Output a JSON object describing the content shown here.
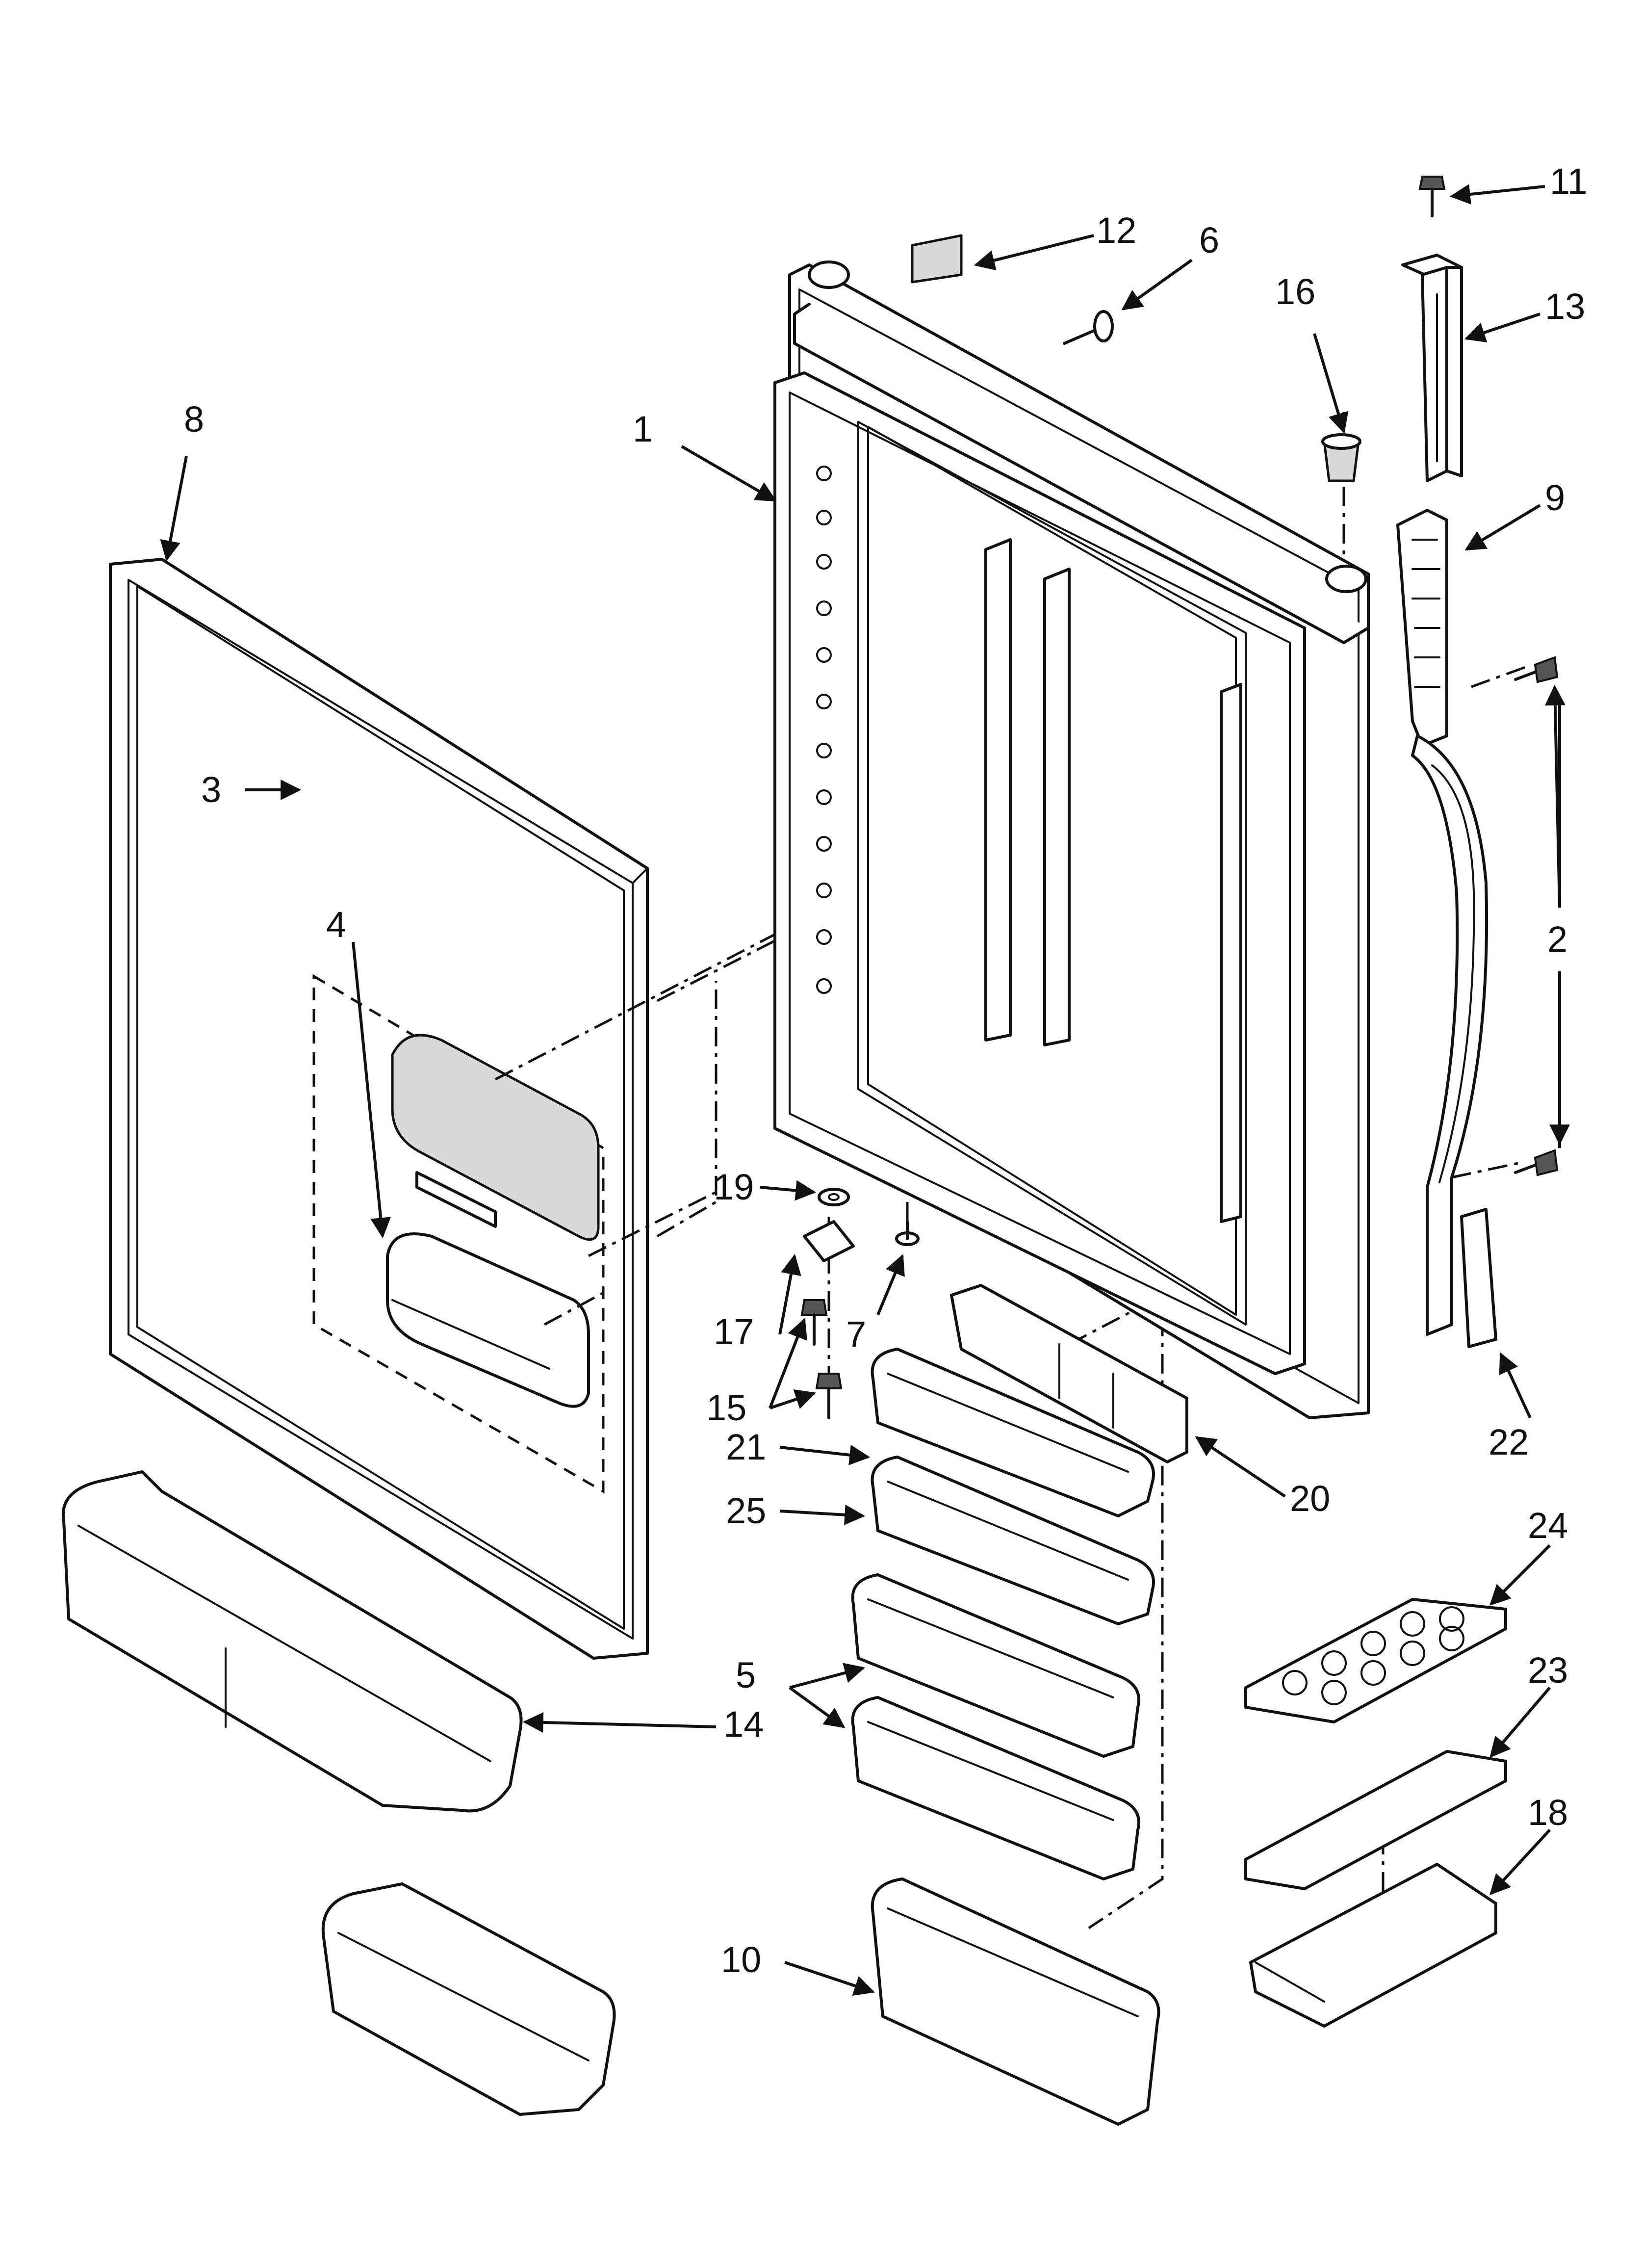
{
  "diagram": {
    "type": "exploded-parts-diagram",
    "callouts": [
      {
        "id": "c1",
        "label": "1"
      },
      {
        "id": "c2",
        "label": "2"
      },
      {
        "id": "c3",
        "label": "3"
      },
      {
        "id": "c4",
        "label": "4"
      },
      {
        "id": "c5",
        "label": "5"
      },
      {
        "id": "c6",
        "label": "6"
      },
      {
        "id": "c7",
        "label": "7"
      },
      {
        "id": "c8",
        "label": "8"
      },
      {
        "id": "c9",
        "label": "9"
      },
      {
        "id": "c10",
        "label": "10"
      },
      {
        "id": "c11",
        "label": "11"
      },
      {
        "id": "c12",
        "label": "12"
      },
      {
        "id": "c13",
        "label": "13"
      },
      {
        "id": "c14",
        "label": "14"
      },
      {
        "id": "c15",
        "label": "15"
      },
      {
        "id": "c16",
        "label": "16"
      },
      {
        "id": "c17",
        "label": "17"
      },
      {
        "id": "c18",
        "label": "18"
      },
      {
        "id": "c19",
        "label": "19"
      },
      {
        "id": "c20",
        "label": "20"
      },
      {
        "id": "c21",
        "label": "21"
      },
      {
        "id": "c22",
        "label": "22"
      },
      {
        "id": "c23",
        "label": "23"
      },
      {
        "id": "c24",
        "label": "24"
      },
      {
        "id": "c25",
        "label": "25"
      }
    ]
  }
}
